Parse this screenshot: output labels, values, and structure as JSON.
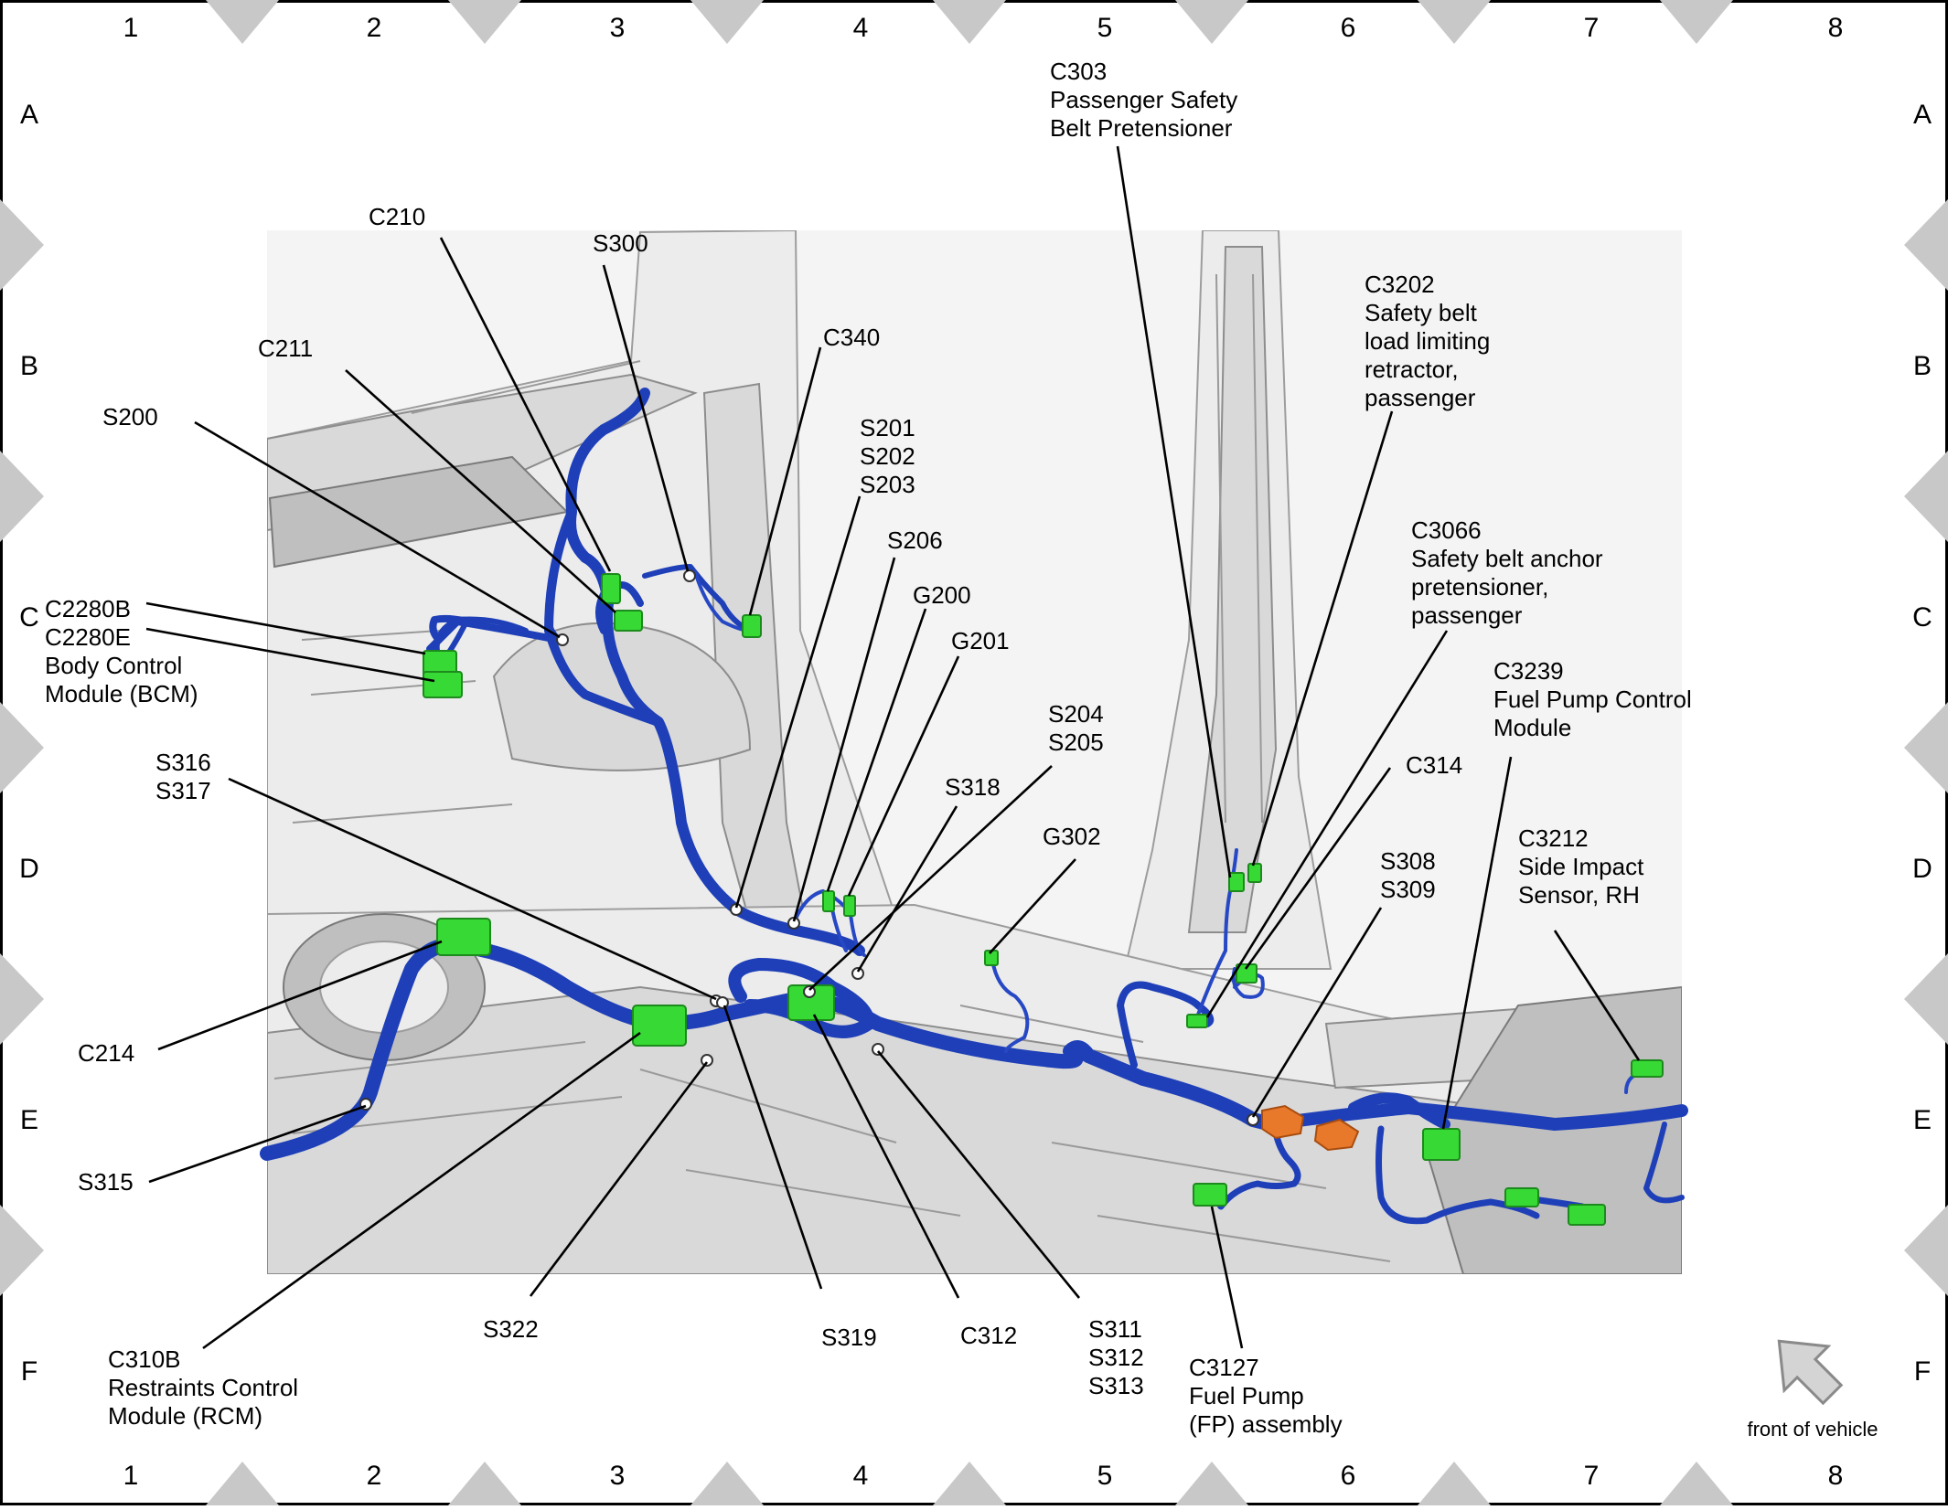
{
  "grid": {
    "columns": [
      "1",
      "2",
      "3",
      "4",
      "5",
      "6",
      "7",
      "8"
    ],
    "rows": [
      "A",
      "B",
      "C",
      "D",
      "E",
      "F"
    ]
  },
  "callouts": {
    "c303": [
      "C303",
      "Passenger Safety",
      "Belt Pretensioner"
    ],
    "c210": [
      "C210"
    ],
    "s300": [
      "S300"
    ],
    "c211": [
      "C211"
    ],
    "c340": [
      "C340"
    ],
    "s200": [
      "S200"
    ],
    "c3202": [
      "C3202",
      "Safety belt",
      "load limiting",
      "retractor,",
      "passenger"
    ],
    "s201_203": [
      "S201",
      "S202",
      "S203"
    ],
    "s206": [
      "S206"
    ],
    "c3066": [
      "C3066",
      "Safety belt anchor",
      "pretensioner,",
      "passenger"
    ],
    "g200": [
      "G200"
    ],
    "c2280": [
      "C2280B",
      "C2280E",
      "Body Control",
      "Module (BCM)"
    ],
    "g201": [
      "G201"
    ],
    "c3239": [
      "C3239",
      "Fuel Pump Control",
      "Module"
    ],
    "s204_205": [
      "S204",
      "S205"
    ],
    "s316_317": [
      "S316",
      "S317"
    ],
    "c314": [
      "C314"
    ],
    "s318": [
      "S318"
    ],
    "g302": [
      "G302"
    ],
    "c3212": [
      "C3212",
      "Side Impact",
      "Sensor, RH"
    ],
    "s308_309": [
      "S308",
      "S309"
    ],
    "c214": [
      "C214"
    ],
    "s315": [
      "S315"
    ],
    "s322": [
      "S322"
    ],
    "s319": [
      "S319"
    ],
    "c312": [
      "C312"
    ],
    "s311_313": [
      "S311",
      "S312",
      "S313"
    ],
    "c310b": [
      "C310B",
      "Restraints Control",
      "Module (RCM)"
    ],
    "c3127": [
      "C3127",
      "Fuel Pump",
      "(FP) assembly"
    ]
  },
  "orientation_label": "front of vehicle",
  "colors": {
    "harness": "#1e3fb8",
    "connector": "#37d935",
    "grommet": "#e8782a",
    "frame_marker": "#c8c8c8"
  },
  "icons": {
    "orientation": "arrow-icon"
  }
}
